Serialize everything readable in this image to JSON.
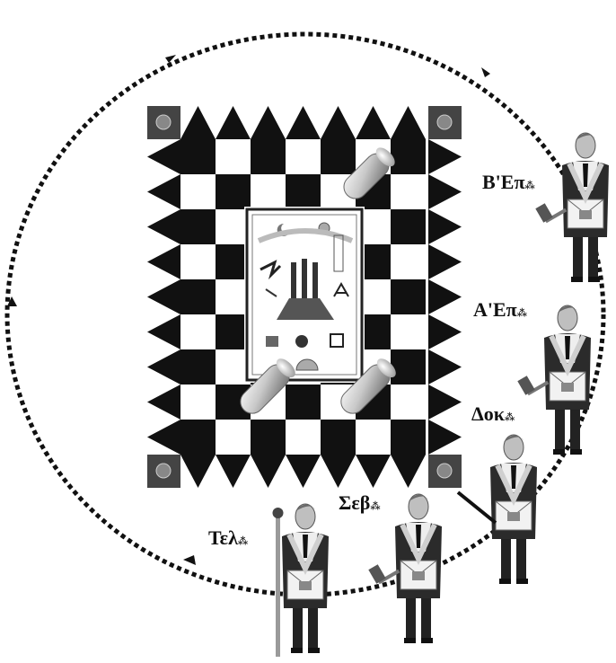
{
  "labels": {
    "b_ep": "Β'Επ",
    "a_ep": "Α'Επ",
    "dok": "Δοκ",
    "seb": "Σεβ",
    "tel": "Τελ"
  },
  "label_mark": "⁂",
  "colors": {
    "ink": "#111111",
    "board_dark": "#111111",
    "board_light": "#ffffff",
    "pillar_gray": "#9a9a9a"
  },
  "icons": [
    "circuit-path",
    "lodge-board",
    "tracing-board",
    "candle-pillar",
    "mason-figure",
    "gavel-icon",
    "sword-icon",
    "staff-icon"
  ]
}
